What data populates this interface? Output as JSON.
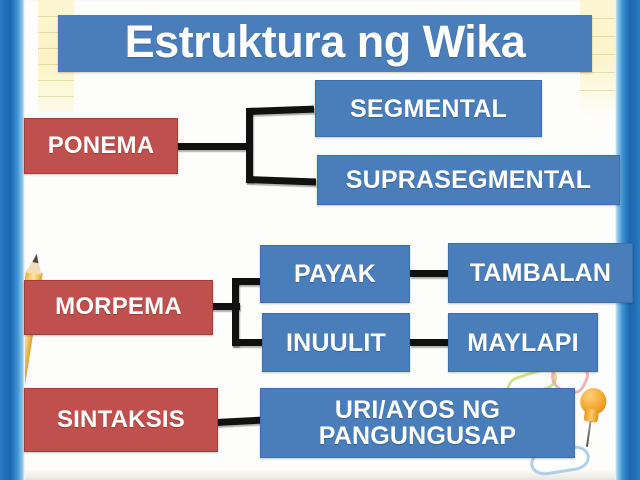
{
  "slide": {
    "title": "Estruktura ng Wika",
    "colors": {
      "blue_box": "#4a7ebb",
      "red_box": "#c0504d",
      "connector": "#111111",
      "border_blue": "#1b68b2",
      "text": "#ffffff"
    }
  },
  "diagram": {
    "branches": [
      {
        "root": "PONEMA",
        "children": [
          "SEGMENTAL",
          "SUPRASEGMENTAL"
        ]
      },
      {
        "root": "MORPEMA",
        "children": [
          "PAYAK",
          "INUULIT"
        ],
        "grandchildren": [
          "TAMBALAN",
          "MAYLAPI"
        ]
      },
      {
        "root": "SINTAKSIS",
        "children": [
          "URI/AYOS NG PANGUNGUSAP"
        ]
      }
    ],
    "nodes": {
      "ponema": "PONEMA",
      "segmental": "SEGMENTAL",
      "suprasegmental": "SUPRASEGMENTAL",
      "morpema": "MORPEMA",
      "payak": "PAYAK",
      "tambalan": "TAMBALAN",
      "inuulit": "INUULIT",
      "maylapi": "MAYLAPI",
      "sintaksis": "SINTAKSIS",
      "uri_ayos_line1": "URI/AYOS NG",
      "uri_ayos_line2": "PANGUNGUSAP"
    }
  },
  "decorations": {
    "pencil": "pencil-graphic",
    "pushpin": "pushpin-graphic",
    "paperclip_yellow": "paperclip-graphic",
    "paperclip_pink": "paperclip-graphic",
    "paperclip_blue": "paperclip-graphic",
    "notepad": "notepad-paper-graphic"
  }
}
